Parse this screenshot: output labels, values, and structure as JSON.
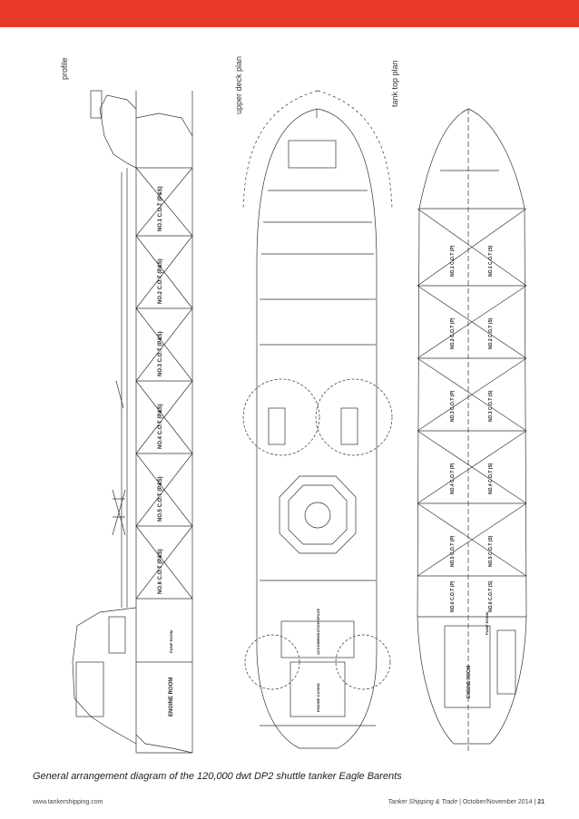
{
  "labels": {
    "profile": "profile",
    "upper_deck": "upper deck plan",
    "tank_top": "tank top plan"
  },
  "profile_tanks": [
    "NO.1 C.O.T (P&S)",
    "NO.2 C.O.T (P&S)",
    "NO.3 C.O.T (P&S)",
    "NO.4 C.O.T (P&S)",
    "NO.5 C.O.T (P&S)",
    "NO.6 C.O.T (P&S)"
  ],
  "profile_rooms": {
    "engine_room": "ENGINE ROOM",
    "pump_room": "PUMP ROOM"
  },
  "upper_deck_rooms": {
    "accommodation": "ACCOMMODATION SPACE",
    "engine_casing": "ENGINE CASING"
  },
  "tank_top_port": [
    "NO.1 C.O.T (P)",
    "NO.2 C.O.T (P)",
    "NO.3 C.O.T (P)",
    "NO.4 C.O.T (P)",
    "NO.5 C.O.T (P)",
    "NO.6 C.O.T (P)"
  ],
  "tank_top_stbd": [
    "NO.1 C.O.T (S)",
    "NO.2 C.O.T (S)",
    "NO.3 C.O.T (S)",
    "NO.4 C.O.T (S)",
    "NO.5 C.O.T (S)",
    "NO.6 C.O.T (S)"
  ],
  "tank_top_rooms": {
    "engine_room": "ENGINE ROOM",
    "pump_room": "PUMP ROOM"
  },
  "caption": "General arrangement diagram of the 120,000 dwt DP2 shuttle tanker Eagle Barents",
  "footer": {
    "website": "www.tankershipping.com",
    "publication": "Tanker Shipping & Trade",
    "issue": "October/November 2014",
    "page": "21"
  },
  "colors": {
    "accent": "#e8392a",
    "line": "#333333"
  }
}
